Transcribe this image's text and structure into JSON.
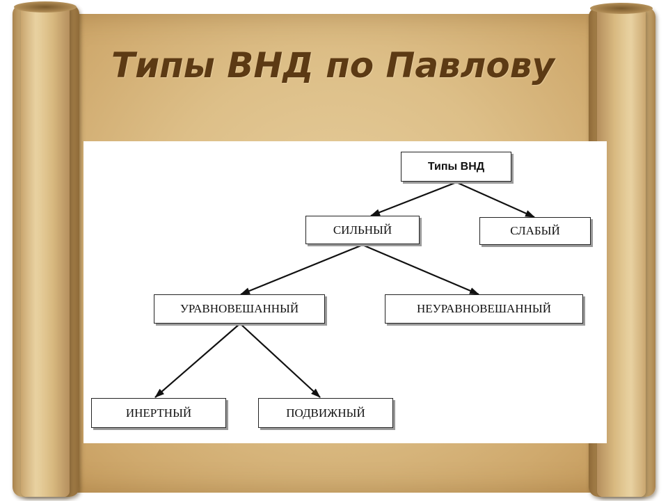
{
  "title": "Типы ВНД по Павлову",
  "diagram": {
    "nodes": {
      "root": "Типы ВНД",
      "strong": "СИЛЬНЫЙ",
      "weak": "СЛАБЫЙ",
      "balanced": "УРАВНОВЕШАННЫЙ",
      "unbalanced": "НЕУРАВНОВЕШАННЫЙ",
      "inert": "ИНЕРТНЫЙ",
      "mobile": "ПОДВИЖНЫЙ"
    },
    "edges": [
      [
        "root",
        "strong"
      ],
      [
        "root",
        "weak"
      ],
      [
        "strong",
        "balanced"
      ],
      [
        "strong",
        "unbalanced"
      ],
      [
        "balanced",
        "inert"
      ],
      [
        "balanced",
        "mobile"
      ]
    ]
  }
}
